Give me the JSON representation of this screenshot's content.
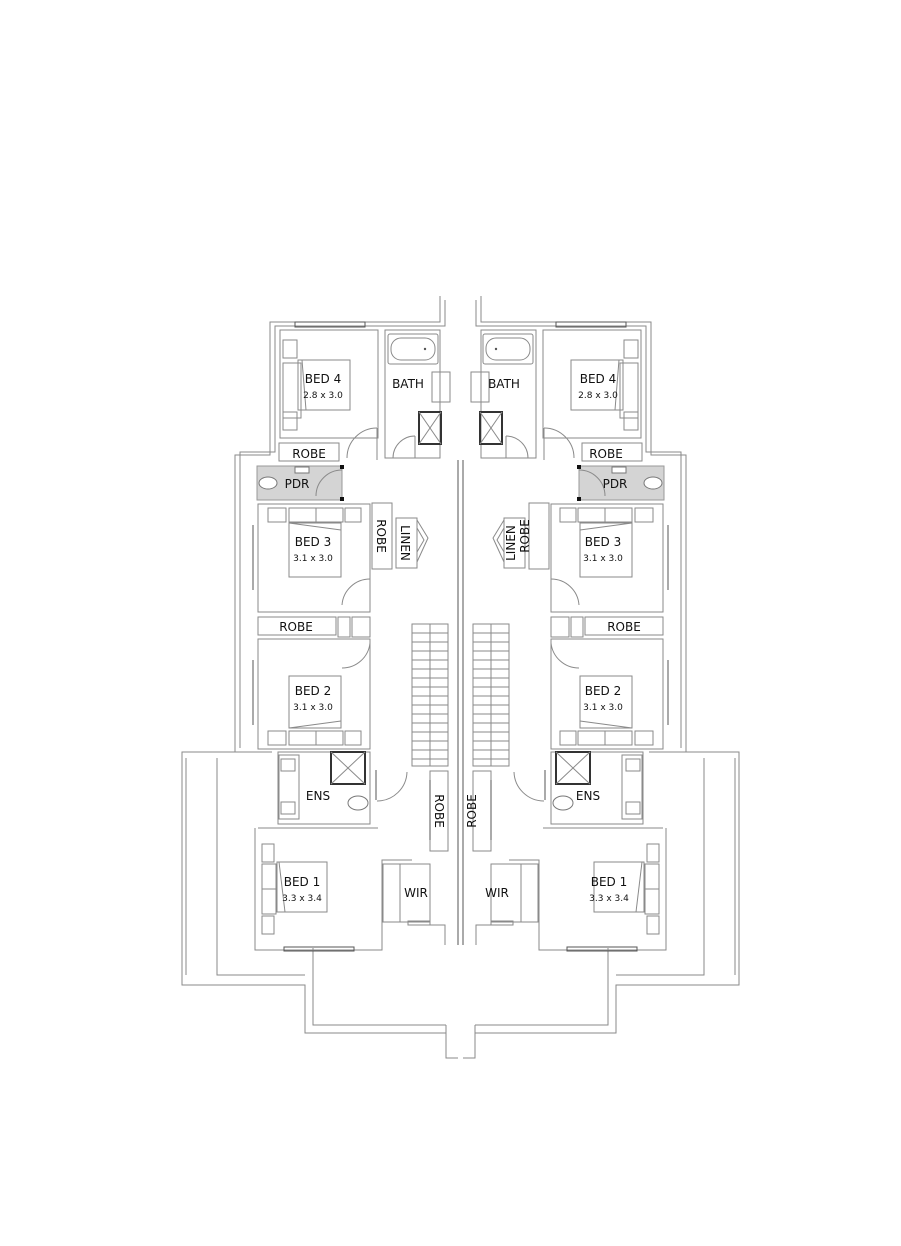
{
  "plan": {
    "title": "",
    "units": [
      {
        "side": "left",
        "rooms": {
          "bed4": {
            "label": "BED 4",
            "size": "2.8 x 3.0"
          },
          "bath": {
            "label": "BATH"
          },
          "robe4": {
            "label": "ROBE"
          },
          "pdr": {
            "label": "PDR"
          },
          "bed3": {
            "label": "BED 3",
            "size": "3.1 x 3.0"
          },
          "robe3": {
            "label": "ROBE"
          },
          "linen": {
            "label": "LINEN"
          },
          "robe2": {
            "label": "ROBE"
          },
          "bed2": {
            "label": "BED 2",
            "size": "3.1 x 3.0"
          },
          "ens": {
            "label": "ENS"
          },
          "robe_hall": {
            "label": "ROBE"
          },
          "bed1": {
            "label": "BED 1",
            "size": "3.3 x 3.4"
          },
          "wir": {
            "label": "WIR"
          }
        }
      },
      {
        "side": "right",
        "rooms": {
          "bed4": {
            "label": "BED 4",
            "size": "2.8 x 3.0"
          },
          "bath": {
            "label": "BATH"
          },
          "robe4": {
            "label": "ROBE"
          },
          "pdr": {
            "label": "PDR"
          },
          "bed3": {
            "label": "BED 3",
            "size": "3.1 x 3.0"
          },
          "robe3": {
            "label": "ROBE"
          },
          "linen": {
            "label": "LINEN"
          },
          "robe2": {
            "label": "ROBE"
          },
          "bed2": {
            "label": "BED 2",
            "size": "3.1 x 3.0"
          },
          "ens": {
            "label": "ENS"
          },
          "robe_hall": {
            "label": "ROBE"
          },
          "bed1": {
            "label": "BED 1",
            "size": "3.3 x 3.4"
          },
          "wir": {
            "label": "WIR"
          }
        }
      }
    ],
    "colors": {
      "wall": "#8a8a8a",
      "pdr_fill": "#d4d4d4",
      "text": "#111111"
    }
  }
}
